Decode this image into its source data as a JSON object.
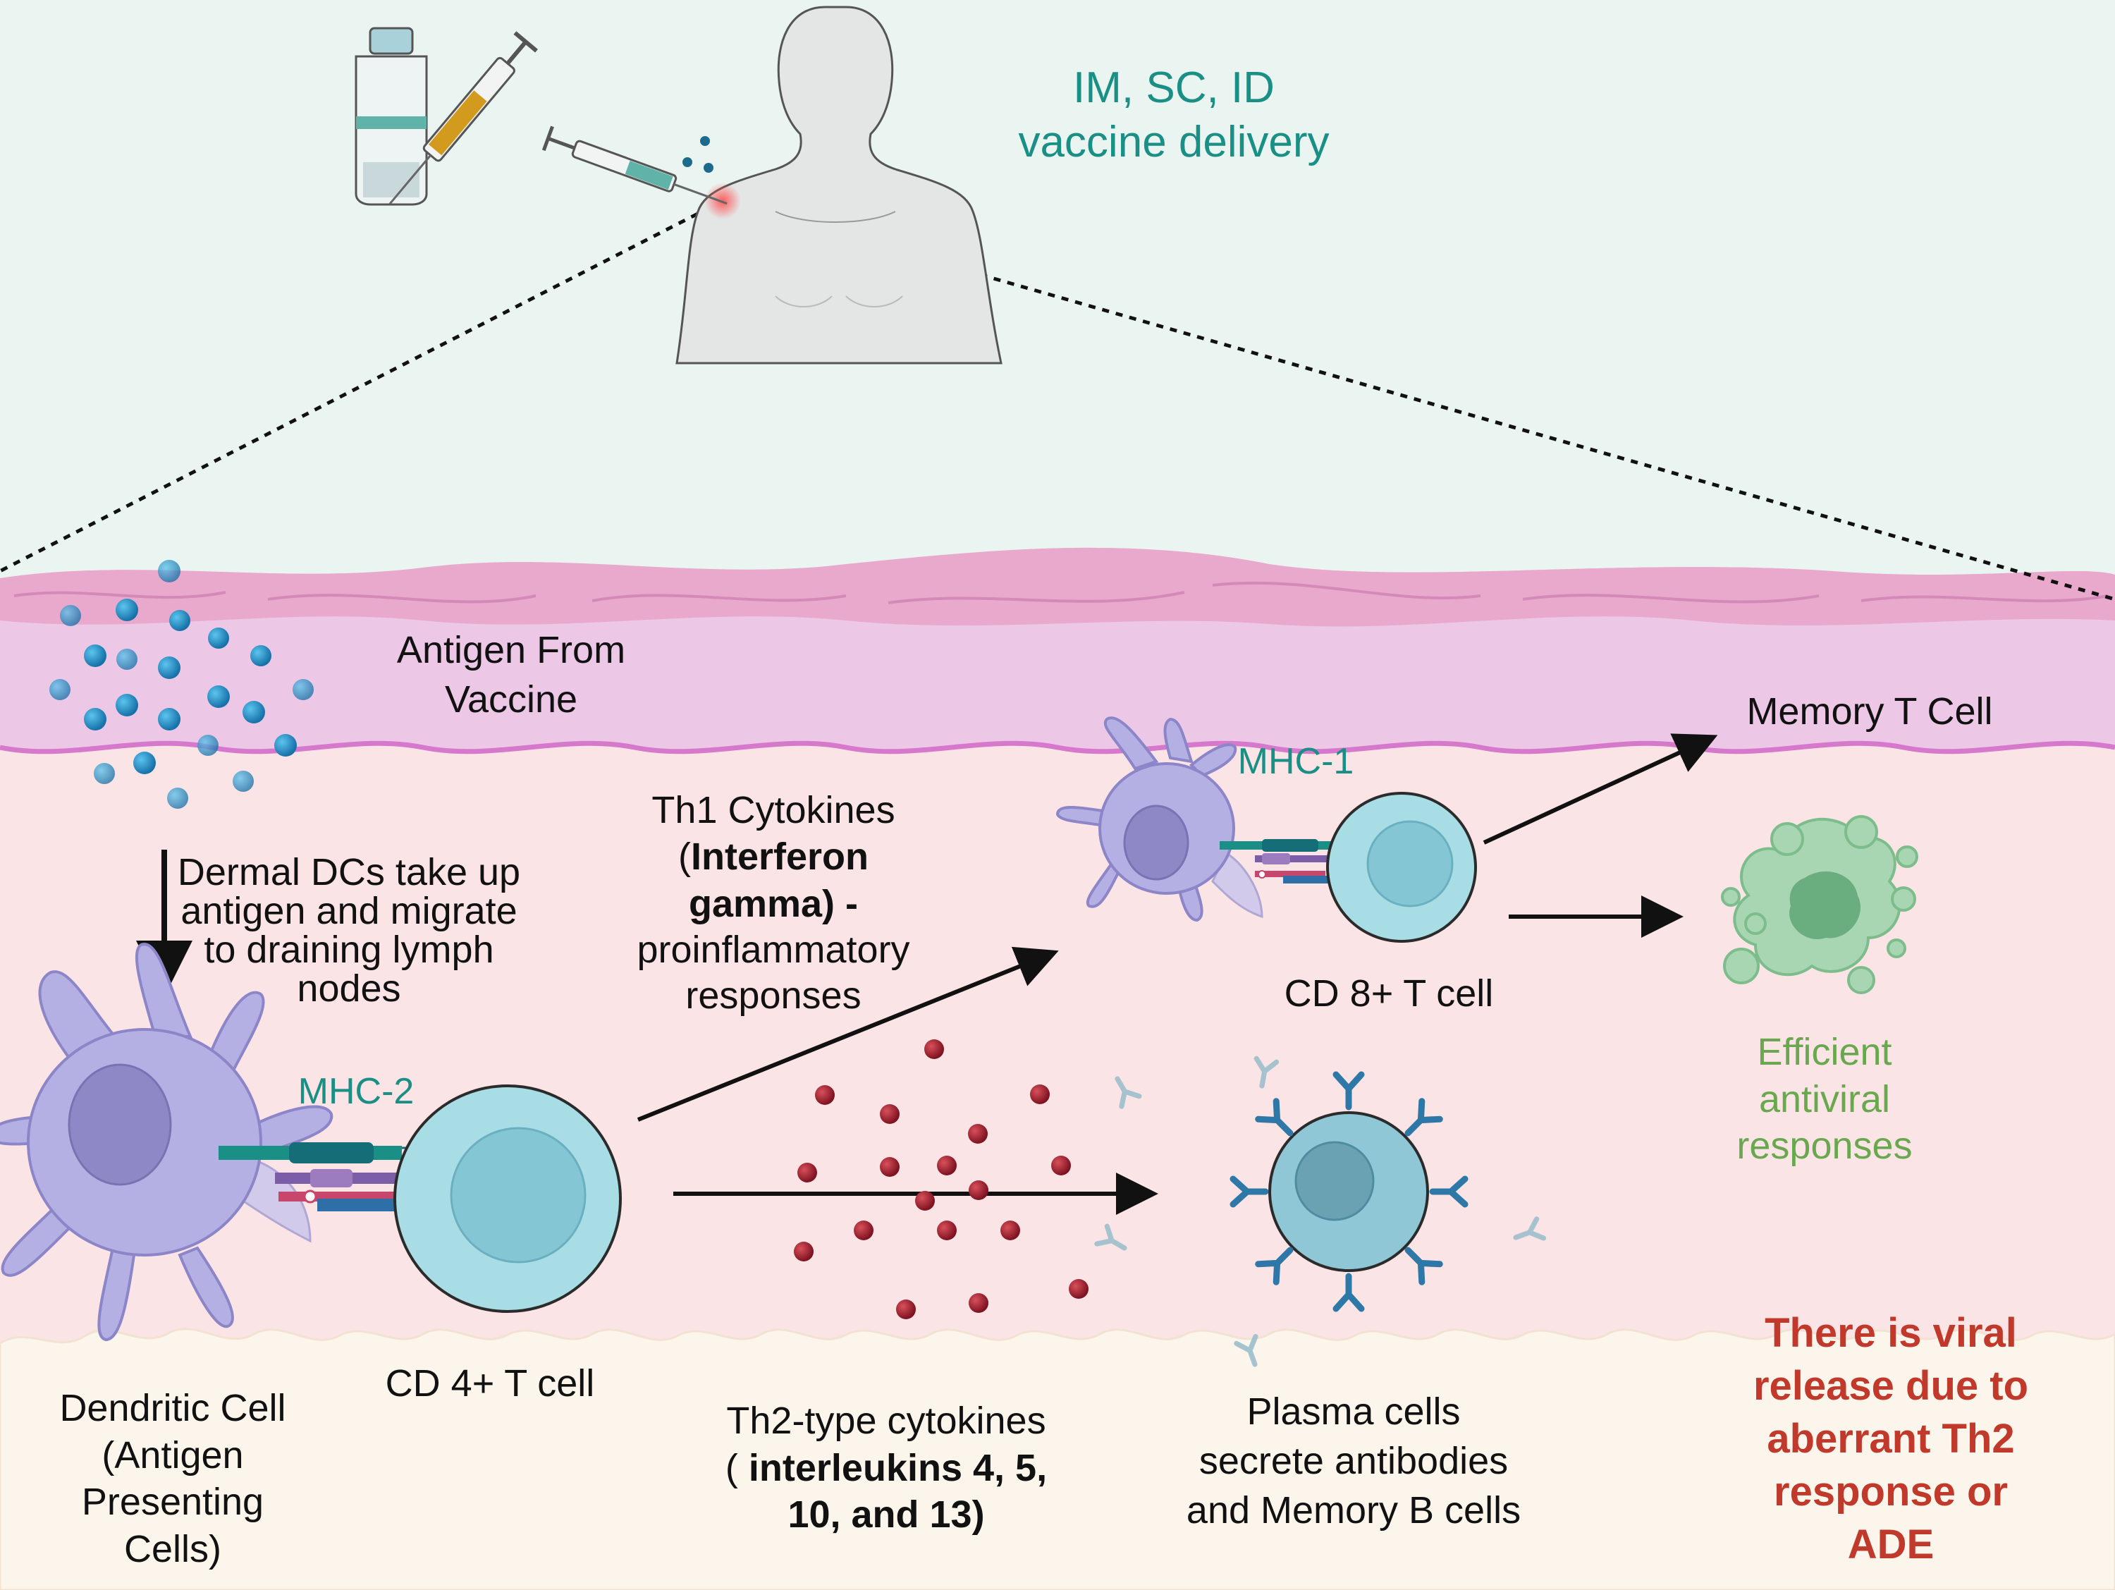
{
  "delivery": {
    "line1": "IM, SC, ID",
    "line2": "vaccine delivery"
  },
  "antigen": {
    "line1": "Antigen From",
    "line2": "Vaccine"
  },
  "dermal_dcs": {
    "line1": "Dermal DCs take up",
    "line2": "antigen and migrate",
    "line3": "to draining lymph",
    "line4": "nodes"
  },
  "dendritic_cell": {
    "line1": "Dendritic Cell",
    "line2": "(Antigen",
    "line3": "Presenting",
    "line4": "Cells)"
  },
  "mhc2": "MHC-2",
  "cd4": "CD 4+ T cell",
  "th1": {
    "line1": "Th1 Cytokines",
    "line2_open": "(",
    "line2_bold": "Interferon",
    "line3_bold": "gamma) -",
    "line4": "proinflammatory",
    "line5": "responses"
  },
  "th2": {
    "line1": "Th2-type cytokines",
    "line2_open": "( ",
    "line2_bold": "interleukins 4, 5,",
    "line3_bold": "10, and 13)"
  },
  "mhc1": "MHC-1",
  "cd8": "CD 8+ T cell",
  "memory_t": "Memory T Cell",
  "efficient": {
    "line1": "Efficient",
    "line2": "antiviral",
    "line3": "responses"
  },
  "plasma": {
    "line1": "Plasma cells",
    "line2": "secrete antibodies",
    "line3": "and Memory B cells"
  },
  "warning": {
    "line1": "There is viral",
    "line2": "release due to",
    "line3": "aberrant Th2",
    "line4": "response or",
    "line5": "ADE"
  },
  "colors": {
    "background_top": "#eaf4f0",
    "epidermis": "#e9a9cc",
    "dermis_upper": "#ecc8e6",
    "dermis_lower": "#fbe4e6",
    "subcutis": "#fbf5ec",
    "teal_text": "#1a8f85",
    "green_text": "#6aa84f",
    "warning_red": "#c0392b",
    "antigen_particle": "#1f8fc7",
    "cytokine_particle": "#a51d2d",
    "dendritic_cell": "#b4b0e3",
    "t_cell": "#a9dde6",
    "plasma_cell": "#8fc7d6",
    "antibody": "#2e78a8"
  }
}
